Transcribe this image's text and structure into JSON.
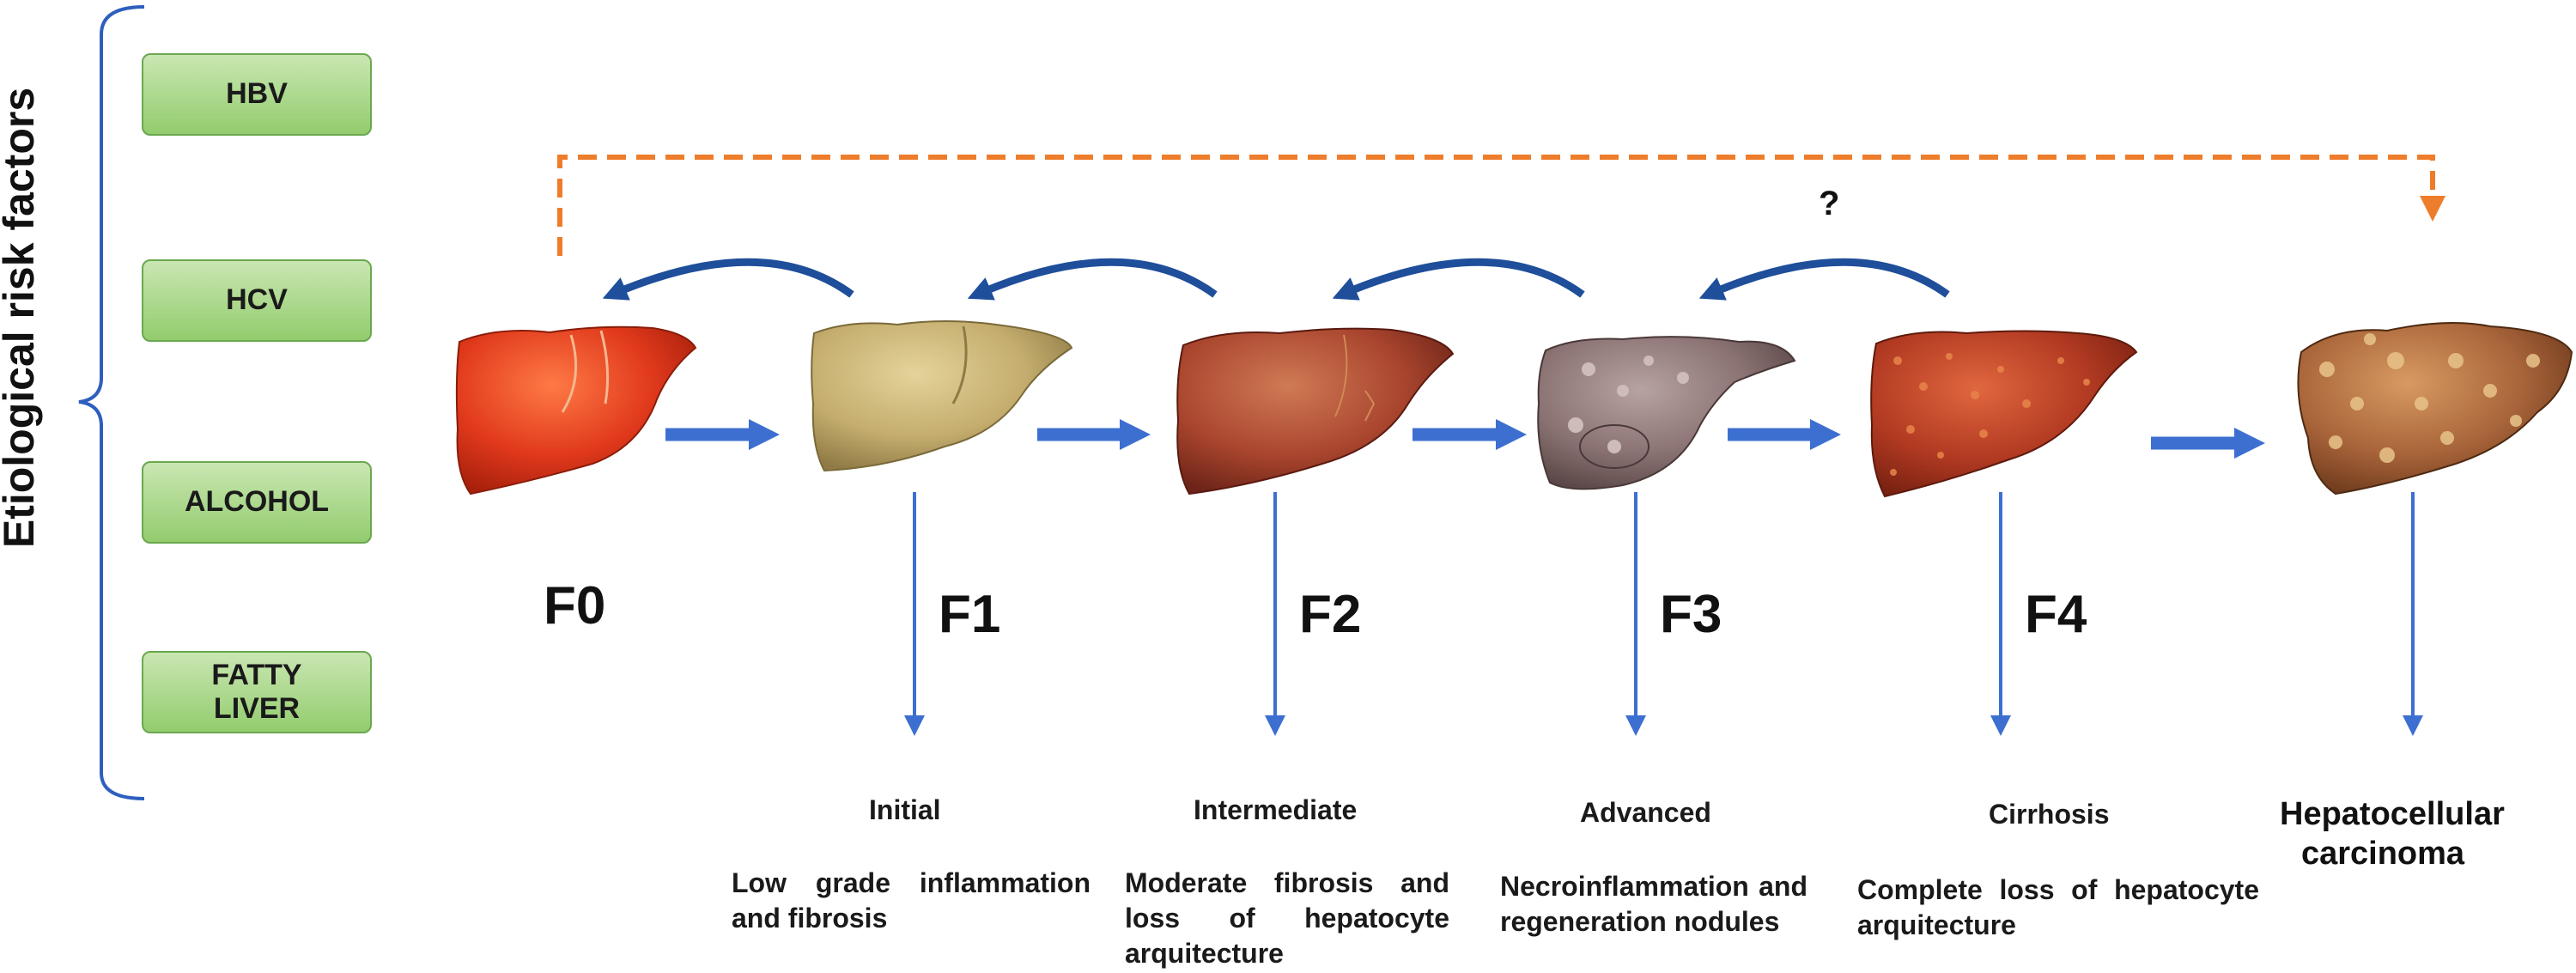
{
  "side_label": "Etiological risk factors",
  "risk_factors": [
    "HBV",
    "HCV",
    "ALCOHOL",
    "FATTY\nLIVER"
  ],
  "stages": [
    {
      "label": "F0"
    },
    {
      "label": "F1",
      "title": "Initial",
      "description": "Low grade inflammation and fibrosis"
    },
    {
      "label": "F2",
      "title": "Intermediate",
      "description": "Moderate fibrosis and loss of hepatocyte arquitecture"
    },
    {
      "label": "F3",
      "title": "Advanced",
      "description": "Necroinflammation and regeneration nodules"
    },
    {
      "label": "F4",
      "title": "Cirrhosis",
      "description": "Complete loss of hepatocyte arquitecture"
    }
  ],
  "final_stage": "Hepatocellular carcinoma",
  "uncertain_mark": "?",
  "colors": {
    "forward_arrow": "#3d6fd1",
    "reverse_arrow": "#1f4e9a",
    "dashed_arrow": "#ee7d2b",
    "box_fill": "#a6d785",
    "box_border": "#6aa84f",
    "brace": "#2e5fbf",
    "liver_f0": "#e0391c",
    "liver_f1": "#c4ad6e",
    "liver_f2": "#a9452e",
    "liver_f3": "#8a7272",
    "liver_f4": "#b23a22",
    "liver_hcc": "#a8643a"
  },
  "icons": [
    "liver-healthy-icon",
    "liver-steatosis-icon",
    "liver-fibrosis-icon",
    "liver-advanced-fibrosis-icon",
    "liver-cirrhosis-icon",
    "liver-carcinoma-icon"
  ]
}
